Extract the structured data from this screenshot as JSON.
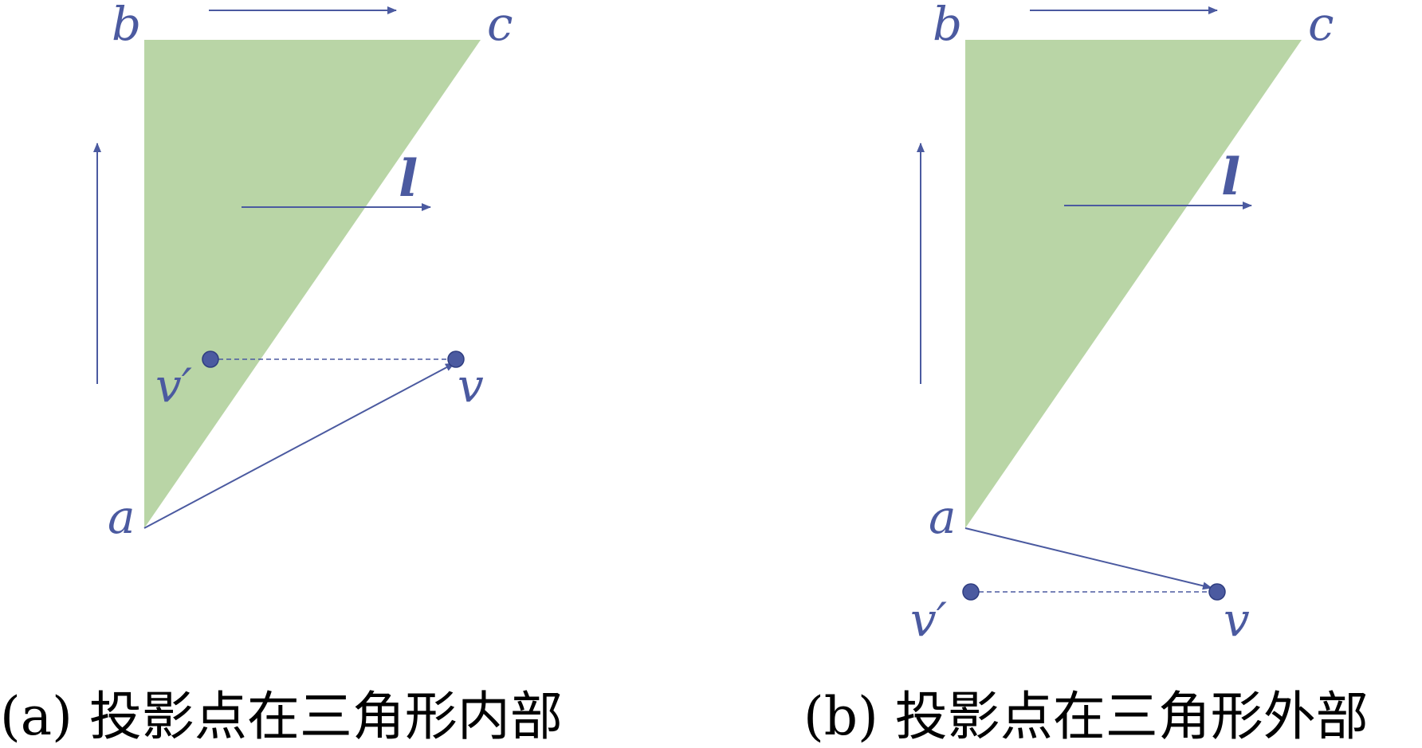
{
  "colors": {
    "triangle_fill": "#b9d5a6",
    "line": "#4b5aa0",
    "point": "#4b5aa0",
    "text": "#4b5aa0",
    "caption": "#000000"
  },
  "panels": [
    {
      "id": "a",
      "labels": {
        "a": "a",
        "b": "b",
        "c": "c",
        "l": "l",
        "v": "v",
        "v_prime": "v′"
      },
      "caption": "(a) 投影点在三角形内部"
    },
    {
      "id": "b",
      "labels": {
        "a": "a",
        "b": "b",
        "c": "c",
        "l": "l",
        "v": "v",
        "v_prime": "v′"
      },
      "caption": "(b) 投影点在三角形外部"
    }
  ]
}
